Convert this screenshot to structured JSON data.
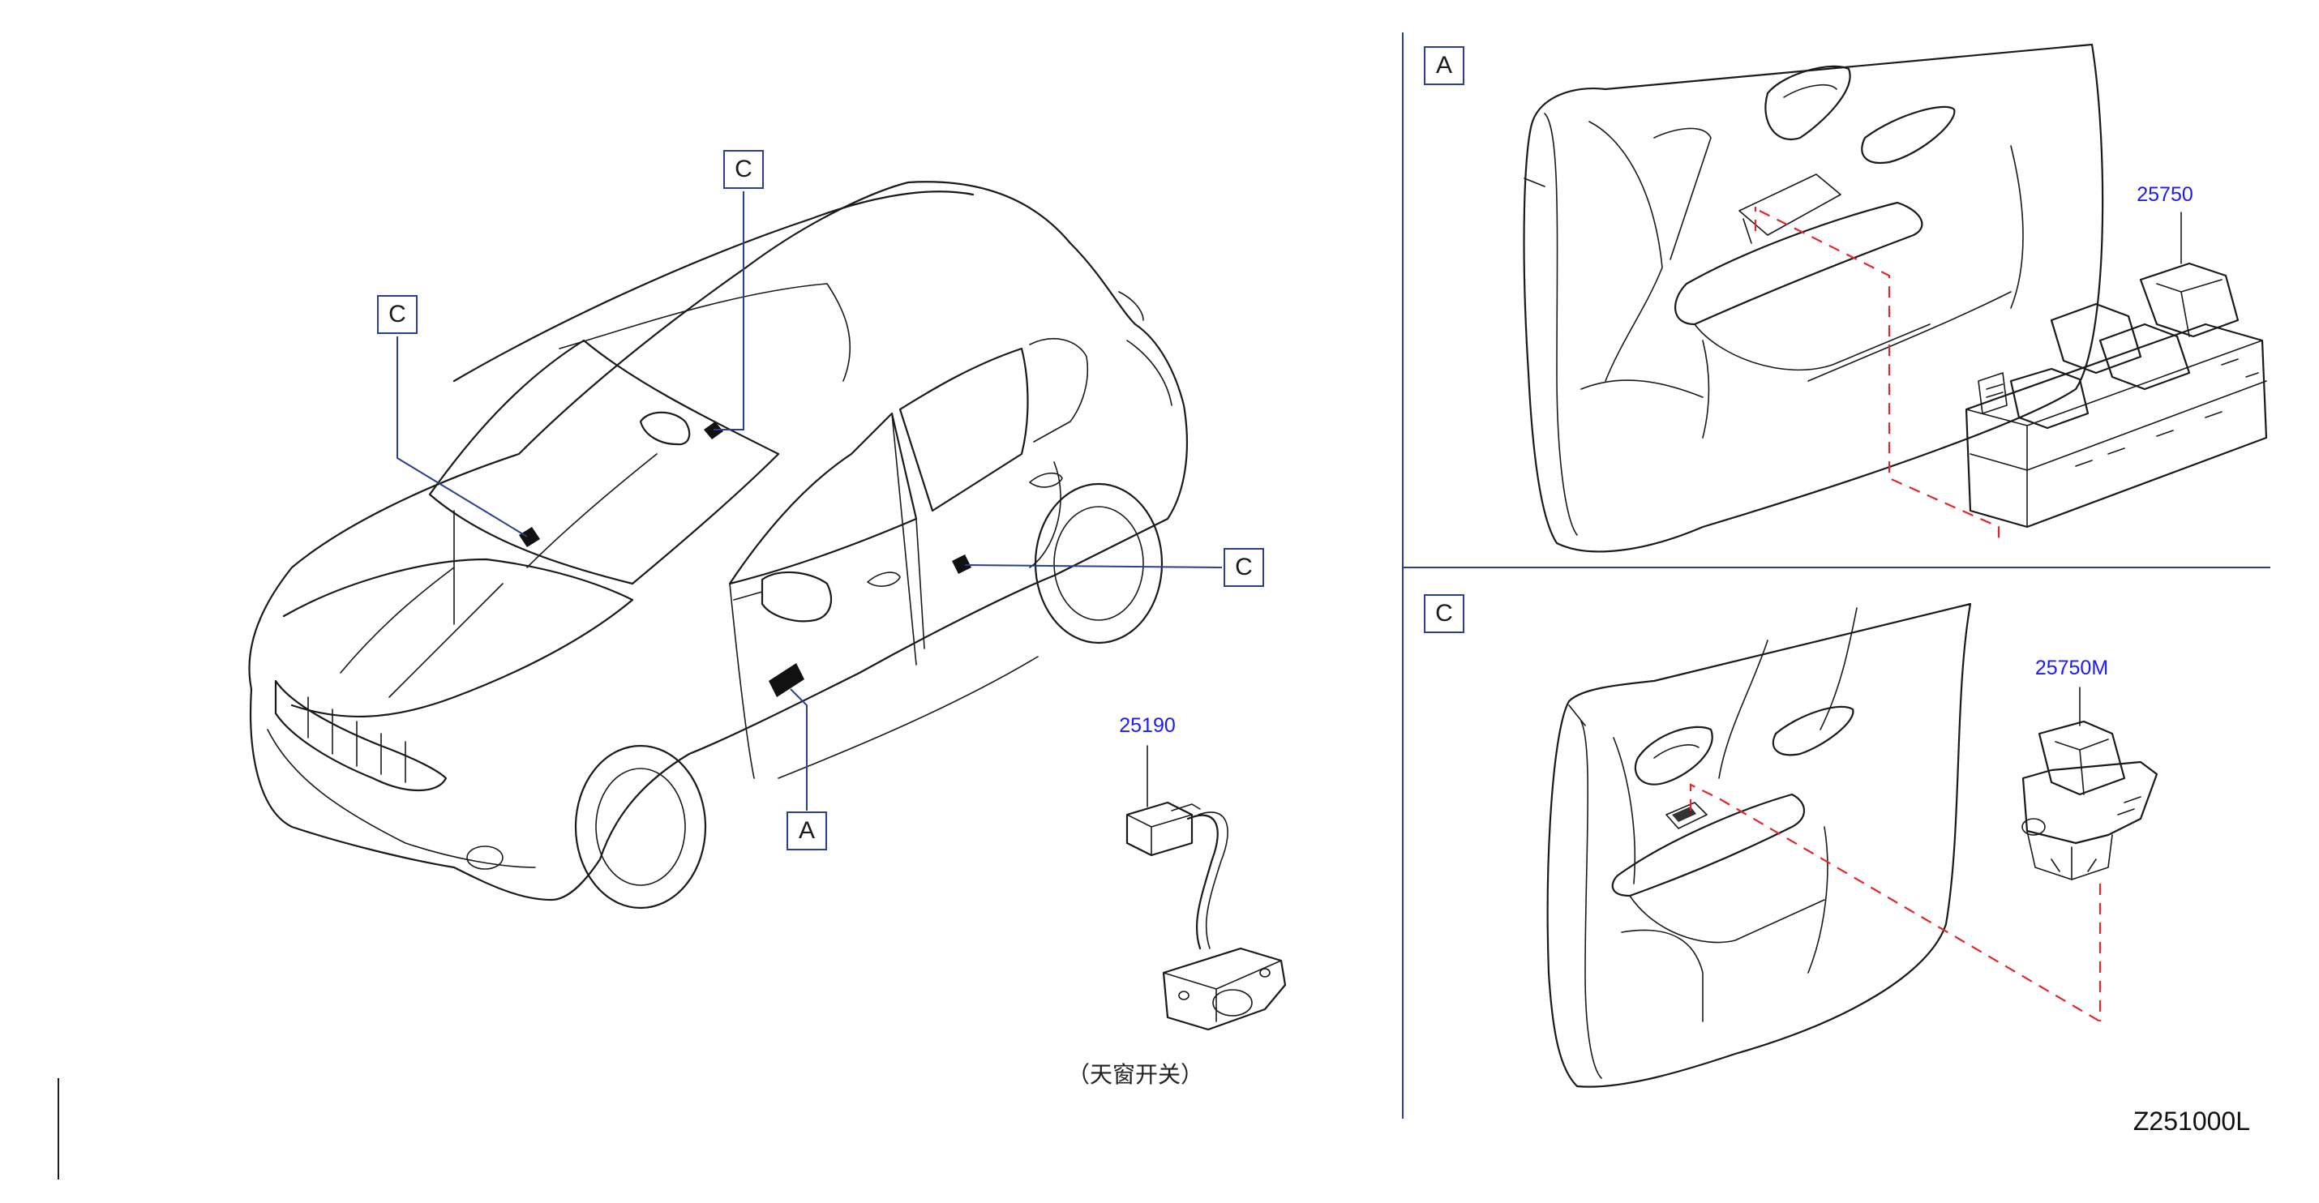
{
  "diagram": {
    "callouts": {
      "roof_c": "C",
      "hood_c": "C",
      "rear_door_c": "C",
      "front_door_a": "A"
    },
    "parts": {
      "sunroof_switch_no": "25190",
      "sunroof_switch_caption": "（天窗开关）",
      "driver_switch_no": "25750",
      "passenger_switch_no": "25750M"
    },
    "panels": {
      "a_label": "A",
      "c_label": "C"
    },
    "drawing_id": "Z251000L"
  },
  "colors": {
    "line": "#1a1a1a",
    "callout_blue": "#2a3f8f",
    "part_number_blue": "#1a1aff",
    "dash_red": "#e2262b"
  }
}
